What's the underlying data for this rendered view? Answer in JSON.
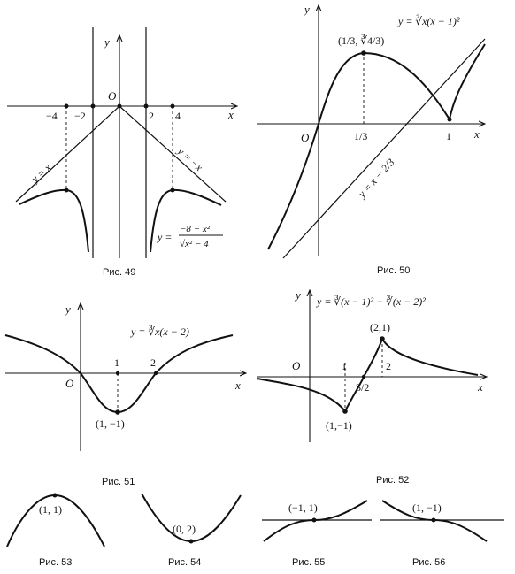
{
  "figures": [
    {
      "caption": "Рис. 49",
      "axis_x": "x",
      "axis_y": "y",
      "origin": "O",
      "ticks": [
        "−4",
        "−2",
        "2",
        "4"
      ],
      "labels": {
        "left_line": "y = x",
        "right_line": "y = −x",
        "curve": "y = ",
        "curve_num": "−8 − x²",
        "curve_den": "√x² − 4"
      }
    },
    {
      "caption": "Рис. 50",
      "axis_x": "x",
      "axis_y": "y",
      "origin": "O",
      "ticks": [
        "1/3",
        "1"
      ],
      "labels": {
        "curve": "y = ∛x(x − 1)²",
        "point": "(1/3, ∛4/3)",
        "asymptote": "y = x − 2/3"
      }
    },
    {
      "caption": "Рис. 51",
      "axis_x": "x",
      "axis_y": "y",
      "origin": "O",
      "ticks": [
        "1",
        "2"
      ],
      "labels": {
        "curve": "y = ∛x(x − 2)",
        "point": "(1, −1)"
      }
    },
    {
      "caption": "Рис. 52",
      "axis_x": "x",
      "axis_y": "y",
      "origin": "O",
      "ticks": [
        "1",
        "3/2",
        "2"
      ],
      "labels": {
        "curve": "y = ∛(x − 1)² − ∛(x − 2)²",
        "point_max": "(2,1)",
        "point_min": "(1,−1)"
      }
    },
    {
      "caption": "Рис. 53",
      "labels": {
        "point": "(1, 1)"
      }
    },
    {
      "caption": "Рис. 54",
      "labels": {
        "point": "(0, 2)"
      }
    },
    {
      "caption": "Рис. 55",
      "labels": {
        "point": "(−1, 1)"
      }
    },
    {
      "caption": "Рис. 56",
      "labels": {
        "point": "(1, −1)"
      }
    }
  ]
}
